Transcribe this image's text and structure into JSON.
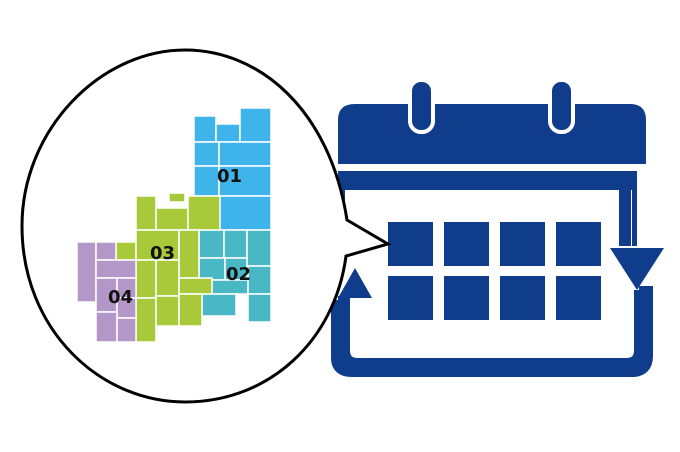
{
  "colors": {
    "calendar": "#0f3d8c",
    "bubble_stroke": "#000000",
    "region_01": "#3eb4ea",
    "region_02": "#49b8c4",
    "region_03": "#a8c93a",
    "region_04": "#b397c8",
    "tile_outline": "#ffffff"
  },
  "icons": [
    "calendar-icon",
    "refresh-arrows-icon",
    "speech-bubble",
    "region-map"
  ],
  "regions": [
    {
      "id": "01",
      "label": "01"
    },
    {
      "id": "02",
      "label": "02"
    },
    {
      "id": "03",
      "label": "03"
    },
    {
      "id": "04",
      "label": "04"
    }
  ]
}
